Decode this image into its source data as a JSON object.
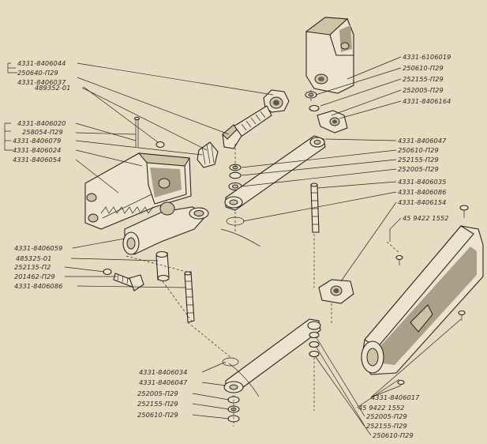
{
  "callouts": [
    "4331-8406044",
    "250640-П29",
    "4331-8406037",
    "489352-01",
    "4331-8406020",
    "258054-П29",
    "4331-8406079",
    "4331-8406024",
    "4331-8406054",
    "4331-8406059",
    "485325-01",
    "252135-П2",
    "201462-П29",
    "4331-8406086",
    "4331-6106019",
    "250610-П29",
    "252155-П29",
    "252005-П29",
    "4331-8406164",
    "4331-8406047",
    "250610-П29",
    "252155-П29",
    "252005-П29",
    "4331-8406035",
    "4331-8406086",
    "4331-8406154",
    "45 9422 1552",
    "4331-8406034",
    "4331-8406047",
    "252005-П29",
    "252155-П29",
    "250610-П29",
    "4331-8406017",
    "45 9422 1552",
    "252005-П29",
    "252155-П29",
    "250610-П29"
  ]
}
